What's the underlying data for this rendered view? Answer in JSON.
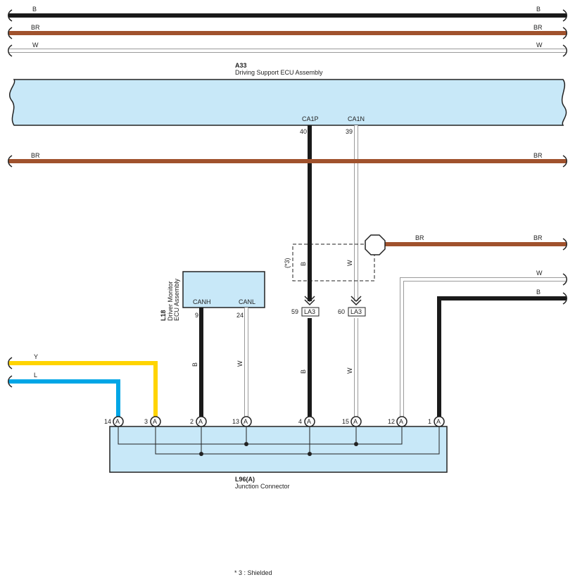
{
  "colors": {
    "B": "#1a1a1a",
    "BR": "#a0522d",
    "W": "#ffffff",
    "W_outline": "#9a9a9a",
    "Y": "#ffd400",
    "L": "#00a6e6",
    "ecu_fill": "#c8e8f8",
    "line": "#222222"
  },
  "top_wires": {
    "b_left": "B",
    "b_right": "B",
    "br_left": "BR",
    "br_right": "BR",
    "w_left": "W",
    "w_right": "W"
  },
  "a33": {
    "code": "A33",
    "name": "Driving Support ECU Assembly",
    "ca1p_label": "CA1P",
    "ca1n_label": "CA1N",
    "ca1p_pin": "40",
    "ca1n_pin": "39"
  },
  "mid_br_wire": {
    "left": "BR",
    "right": "BR"
  },
  "shield": {
    "note_mark": "(*3)",
    "b_label": "B",
    "w_label": "W",
    "br_left": "BR",
    "br_right": "BR"
  },
  "right_wires": {
    "w": "W",
    "b": "B"
  },
  "la3": {
    "label": "LA3",
    "pin_b": "59",
    "pin_w": "60",
    "b_label": "B",
    "w_label": "W"
  },
  "l18": {
    "code": "L18",
    "name_line1": "Driver Monitor",
    "name_line2": "ECU Assembly",
    "canh_label": "CANH",
    "canl_label": "CANL",
    "canh_pin": "9",
    "canl_pin": "24",
    "b_label": "B",
    "w_label": "W"
  },
  "left_wires": {
    "y": "Y",
    "l": "L"
  },
  "l96": {
    "code": "L96(A)",
    "name": "Junction Connector",
    "terminal_letter": "A",
    "pins": [
      "14",
      "3",
      "2",
      "13",
      "4",
      "15",
      "12",
      "1"
    ]
  },
  "footnote": "* 3 : Shielded"
}
